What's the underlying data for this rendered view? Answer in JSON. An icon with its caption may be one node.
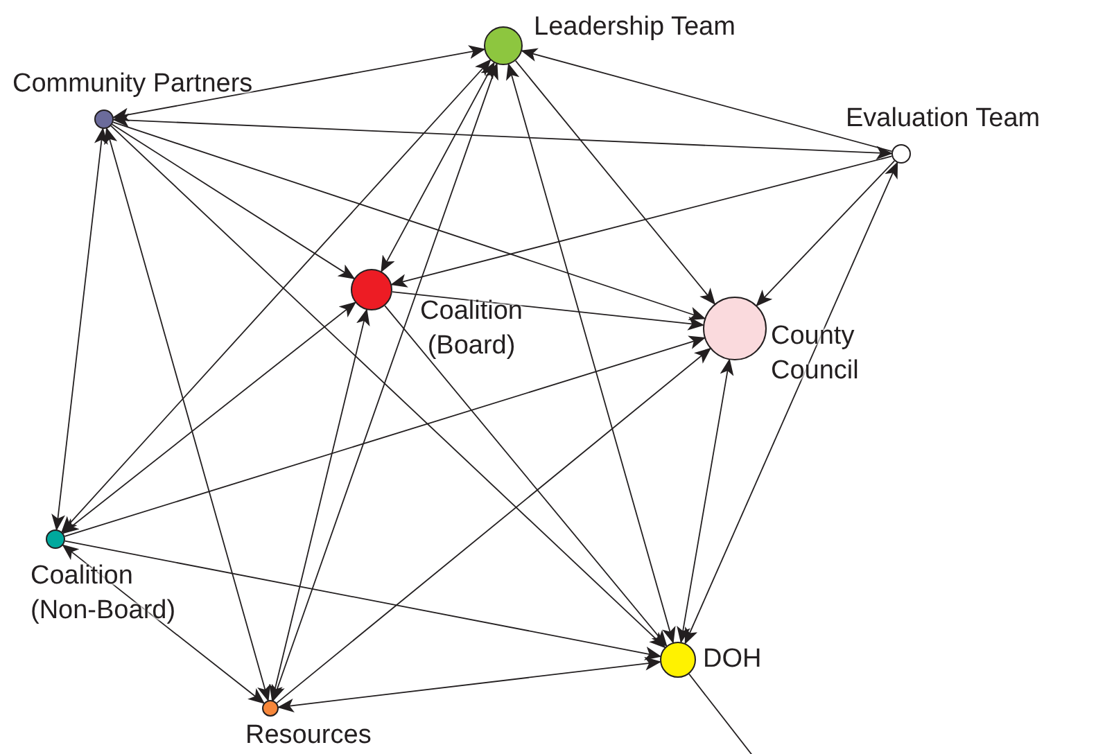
{
  "diagram": {
    "nodes": [
      {
        "text": [
          "Leadership Team"
        ]
      },
      {
        "text": [
          "Community Partners"
        ]
      },
      {
        "text": [
          "Evaluation Team"
        ]
      },
      {
        "text": [
          "Coalition (Board)"
        ]
      },
      {
        "text": [
          "County Council"
        ]
      },
      {
        "text": [
          "Coalition (Non-Board)"
        ]
      },
      {
        "text": [
          "DOH"
        ]
      },
      {
        "text": [
          "Resources"
        ]
      }
    ],
    "edges": [
      {
        "from": 1,
        "to": 0,
        "arrow": "both"
      },
      {
        "from": 2,
        "to": 0,
        "arrow": "to"
      },
      {
        "from": 2,
        "to": 1,
        "arrow": "both"
      },
      {
        "from": 2,
        "to": 3,
        "arrow": "to"
      },
      {
        "from": 2,
        "to": 4,
        "arrow": "to"
      },
      {
        "from": 2,
        "to": 6,
        "arrow": "both"
      },
      {
        "from": 0,
        "to": 3,
        "arrow": "both"
      },
      {
        "from": 0,
        "to": 4,
        "arrow": "to"
      },
      {
        "from": 0,
        "to": 6,
        "arrow": "both"
      },
      {
        "from": 0,
        "to": 5,
        "arrow": "both"
      },
      {
        "from": 0,
        "to": 7,
        "arrow": "both"
      },
      {
        "from": 1,
        "to": 3,
        "arrow": "to"
      },
      {
        "from": 1,
        "to": 4,
        "arrow": "to"
      },
      {
        "from": 1,
        "to": 5,
        "arrow": "both"
      },
      {
        "from": 1,
        "to": 6,
        "arrow": "to"
      },
      {
        "from": 1,
        "to": 7,
        "arrow": "both"
      },
      {
        "from": 3,
        "to": 4,
        "arrow": "to"
      },
      {
        "from": 3,
        "to": 5,
        "arrow": "both"
      },
      {
        "from": 3,
        "to": 6,
        "arrow": "to"
      },
      {
        "from": 3,
        "to": 7,
        "arrow": "both"
      },
      {
        "from": 5,
        "to": 4,
        "arrow": "to"
      },
      {
        "from": 5,
        "to": 6,
        "arrow": "to"
      },
      {
        "from": 5,
        "to": 7,
        "arrow": "both"
      },
      {
        "from": 7,
        "to": 4,
        "arrow": "to"
      },
      {
        "from": 7,
        "to": 6,
        "arrow": "both"
      },
      {
        "from": 4,
        "to": 6,
        "arrow": "both"
      },
      {
        "from": 6,
        "to": null,
        "arrow": "none"
      }
    ]
  }
}
